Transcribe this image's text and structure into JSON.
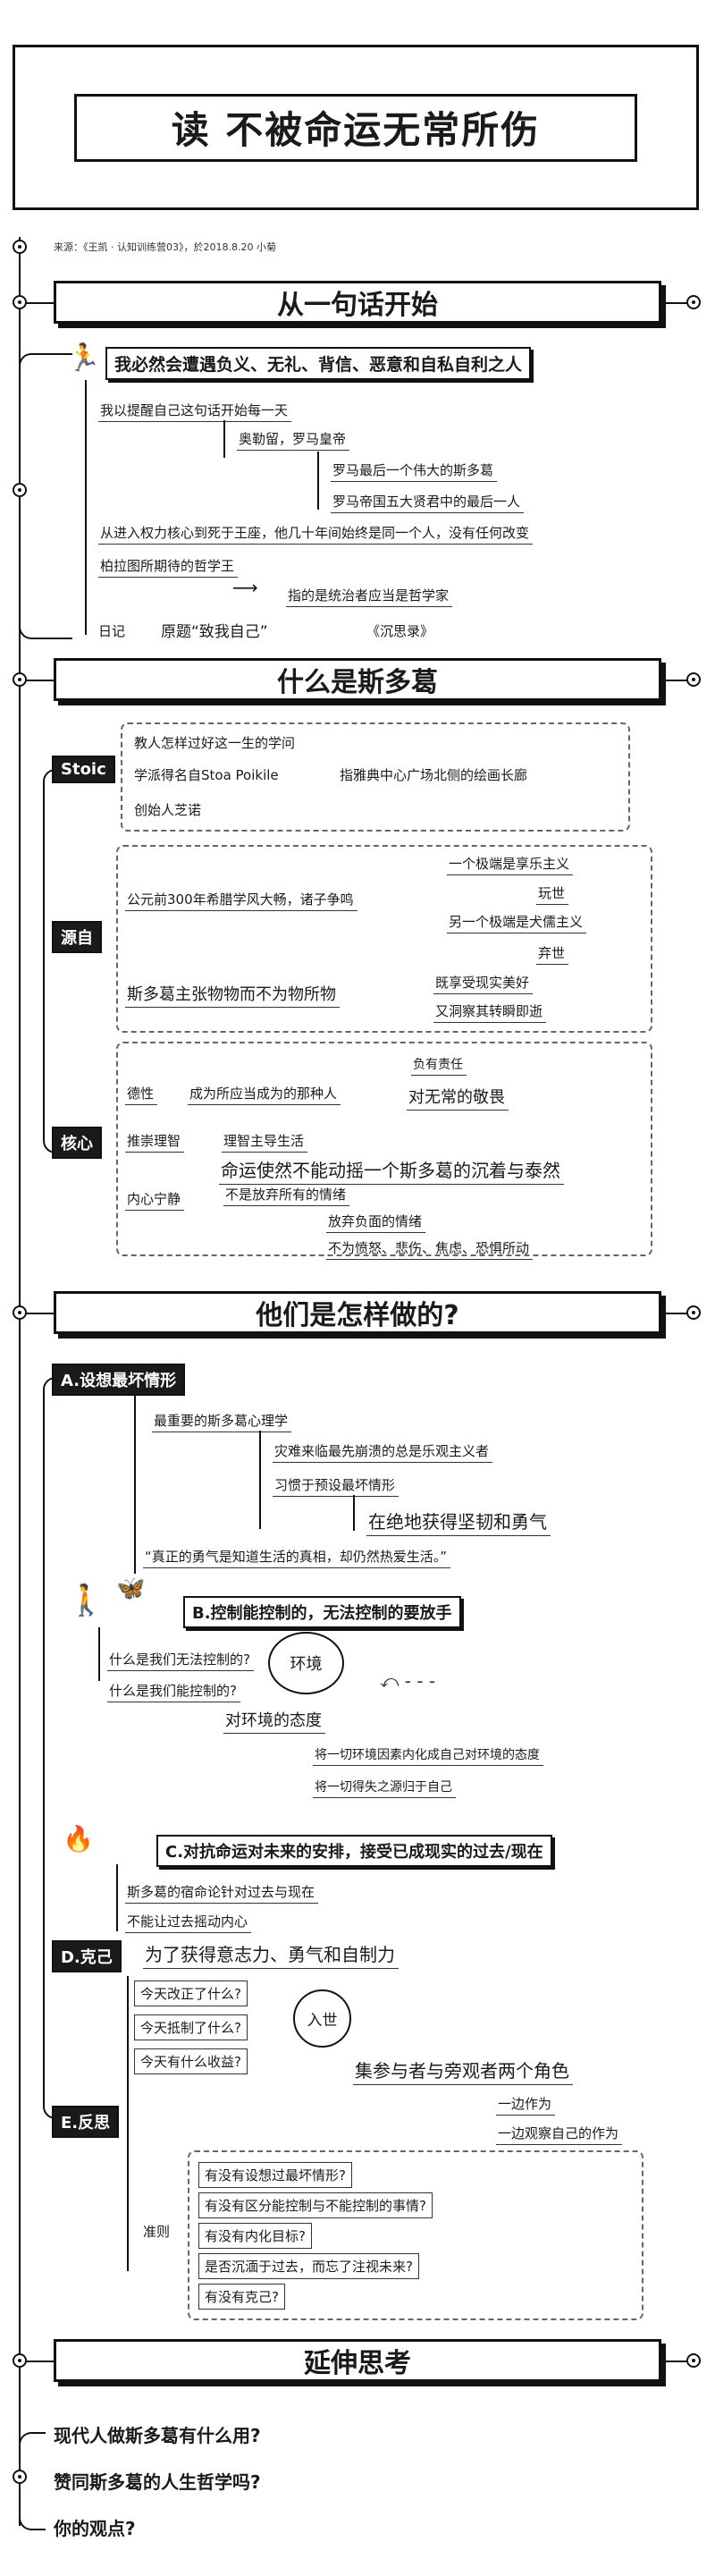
{
  "title": "读 不被命运无常所伤",
  "source": "来源：《王凯 · 认知训练营03》，於2018.8.20 小菊",
  "sections": {
    "s1": "从一句话开始",
    "s2": "什么是斯多葛",
    "s3": "他们是怎样做的?",
    "s4": "延伸思考"
  },
  "s1": {
    "quote": "我必然会遭遇负义、无礼、背信、恶意和自私自利之人",
    "l1": "我以提醒自己这句话开始每一天",
    "l2": "奥勒留，罗马皇帝",
    "l3": "罗马最后一个伟大的斯多葛",
    "l4": "罗马帝国五大贤君中的最后一人",
    "l5": "从进入权力核心到死于王座，他几十年间始终是同一个人，没有任何改变",
    "l6": "柏拉图所期待的哲学王",
    "l7": "指的是统治者应当是哲学家",
    "l8a": "日记",
    "l8b": "原题“致我自己”",
    "l8c": "《沉思录》"
  },
  "s2": {
    "stoic_tag": "Stoic",
    "stoic1": "教人怎样过好这一生的学问",
    "stoic2": "学派得名自Stoa Poikile",
    "stoic3": "指雅典中心广场北侧的绘画长廊",
    "stoic4": "创始人芝诺",
    "origin_tag": "源自",
    "o1": "公元前300年希腊学风大畅，诸子争鸣",
    "o2": "一个极端是享乐主义",
    "o3": "玩世",
    "o4": "另一个极端是犬儒主义",
    "o5": "弃世",
    "o6": "斯多葛主张物物而不为物所物",
    "o7": "既享受现实美好",
    "o8": "又洞察其转瞬即逝",
    "core_tag": "核心",
    "c1": "德性",
    "c2": "成为所应当成为的那种人",
    "c3": "负有责任",
    "c4": "对无常的敬畏",
    "c5": "推崇理智",
    "c6": "理智主导生活",
    "c7": "命运使然不能动摇一个斯多葛的沉着与泰然",
    "c8": "内心宁静",
    "c9": "不是放弃所有的情绪",
    "c10": "放弃负面的情绪",
    "c11": "不为愤怒、悲伤、焦虑、恐惧所动"
  },
  "s3": {
    "a_tag": "A.设想最坏情形",
    "a1": "最重要的斯多葛心理学",
    "a2": "灾难来临最先崩溃的总是乐观主义者",
    "a3": "习惯于预设最坏情形",
    "a4": "在绝地获得坚韧和勇气",
    "a5": "“真正的勇气是知道生活的真相，却仍然热爱生活。”",
    "b_tag": "B.控制能控制的，无法控制的要放手",
    "b1": "什么是我们无法控制的?",
    "b2": "什么是我们能控制的?",
    "b3": "环境",
    "b4": "对环境的态度",
    "b5": "将一切环境因素内化成自己对环境的态度",
    "b6": "将一切得失之源归于自己",
    "c_tag": "C.对抗命运对未来的安排，接受已成现实的过去/现在",
    "c1": "斯多葛的宿命论针对过去与现在",
    "c2": "不能让过去摇动内心",
    "d_tag": "D.克己",
    "d1": "为了获得意志力、勇气和自制力",
    "e_tag": "E.反思",
    "e1": "今天改正了什么?",
    "e2": "今天抵制了什么?",
    "e3": "今天有什么收益?",
    "e4": "入世",
    "e5": "集参与者与旁观者两个角色",
    "e6": "一边作为",
    "e7": "一边观察自己的作为",
    "e8": "准则",
    "e9": "有没有设想过最坏情形?",
    "e10": "有没有区分能控制与不能控制的事情?",
    "e11": "有没有内化目标?",
    "e12": "是否沉湎于过去，而忘了注视未来?",
    "e13": "有没有克己?"
  },
  "s4": {
    "q1": "现代人做斯多葛有什么用?",
    "q2": "赞同斯多葛的人生哲学吗?",
    "q3": "你的观点?"
  }
}
